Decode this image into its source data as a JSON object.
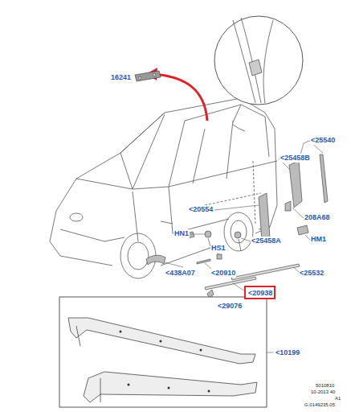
{
  "diagram": {
    "nodes": [
      {
        "text": [
          "<20938"
        ]
      }
    ],
    "labels": [
      "16241",
      "<25540",
      "<25458B",
      "<20554",
      "208A68",
      "HN1",
      "HM1",
      "<25458A",
      "HS1",
      "<438A07",
      "<20910",
      "<25532",
      "<29076",
      "<10199",
      "5010810",
      "10-2013 40",
      "A1",
      "G.0149235.05"
    ]
  }
}
